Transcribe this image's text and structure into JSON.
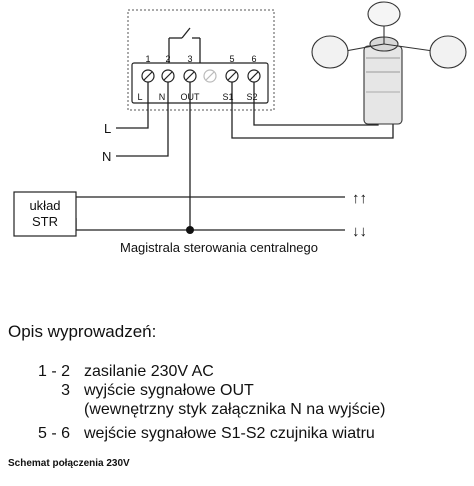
{
  "diagram": {
    "terminal_numbers": [
      "1",
      "2",
      "3",
      "",
      "5",
      "6"
    ],
    "terminal_labels": [
      "L",
      "N",
      "OUT",
      "",
      "S1",
      "S2"
    ],
    "line_l_label": "L",
    "line_n_label": "N",
    "str_box_line1": "układ",
    "str_box_line2": "STR",
    "arrow_up_symbol": "↑↑",
    "arrow_down_symbol": "↓↓",
    "bus_label": "Magistrala sterowania centralnego"
  },
  "description": {
    "title": "Opis wyprowadzeń:",
    "rows": [
      {
        "pins": "1 - 2",
        "text": "zasilanie 230V AC"
      },
      {
        "pins": "3",
        "text": "wyjście sygnałowe OUT"
      },
      {
        "pins": "",
        "text": "(wewnętrzny styk załącznika N na  wyjście)"
      },
      {
        "pins": "5 - 6",
        "text": "wejście sygnałowe S1-S2 czujnika wiatru"
      }
    ]
  },
  "caption": "Schemat połączenia 230V"
}
